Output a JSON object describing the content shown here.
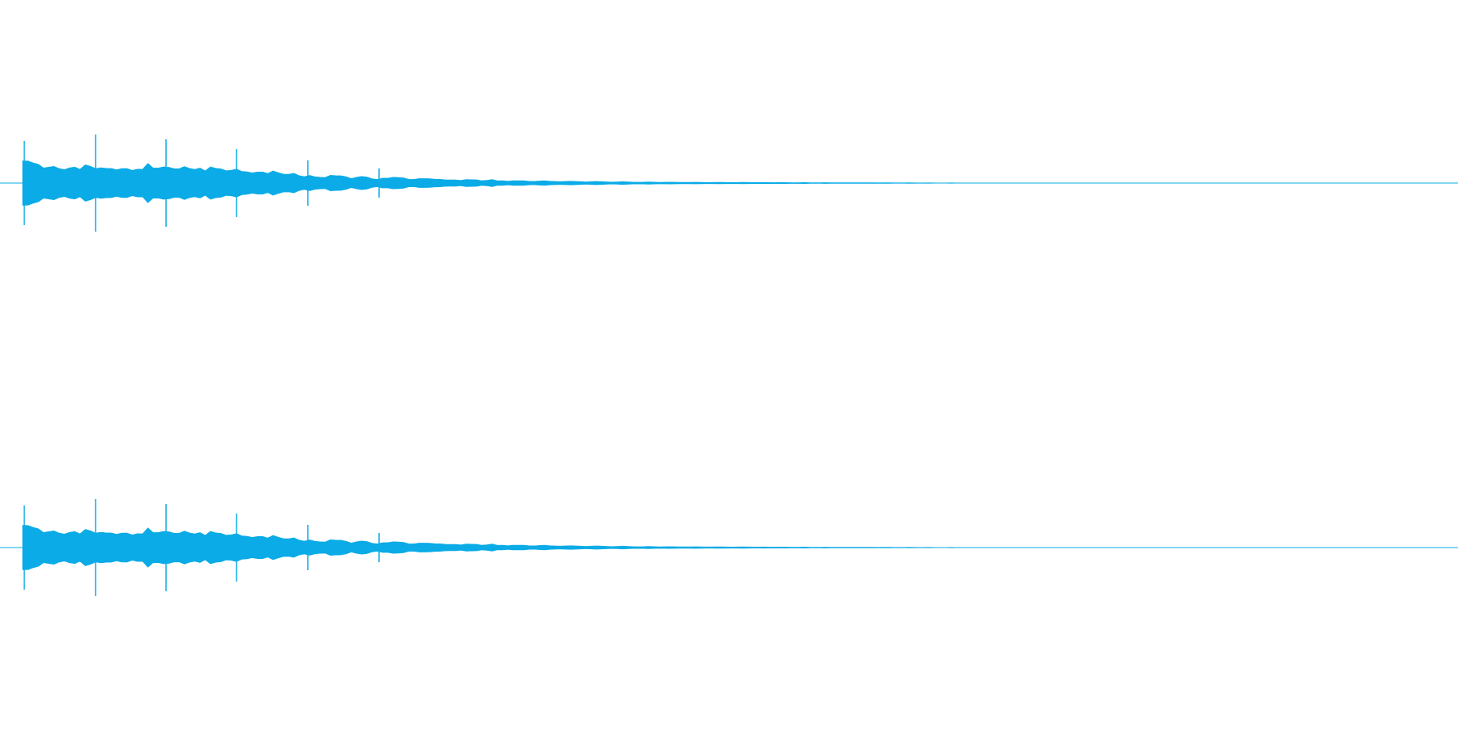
{
  "colors": {
    "background": "#ffffff",
    "waveform": "#0aabe6"
  },
  "tracks": [
    {
      "channel": "left"
    },
    {
      "channel": "right"
    }
  ],
  "waveform": {
    "description_only": false,
    "envelope": [
      0.5,
      0.49,
      0.44,
      0.4,
      0.34,
      0.35,
      0.36,
      0.33,
      0.3,
      0.33,
      0.34,
      0.31,
      0.4,
      0.36,
      0.33,
      0.34,
      0.32,
      0.31,
      0.3,
      0.32,
      0.31,
      0.29,
      0.31,
      0.3,
      0.42,
      0.34,
      0.33,
      0.35,
      0.36,
      0.32,
      0.31,
      0.35,
      0.33,
      0.3,
      0.32,
      0.28,
      0.36,
      0.32,
      0.3,
      0.28,
      0.28,
      0.3,
      0.27,
      0.25,
      0.22,
      0.23,
      0.25,
      0.21,
      0.26,
      0.24,
      0.2,
      0.19,
      0.2,
      0.17,
      0.14,
      0.16,
      0.15,
      0.13,
      0.12,
      0.16,
      0.17,
      0.16,
      0.13,
      0.11,
      0.13,
      0.14,
      0.12,
      0.1,
      0.08,
      0.1,
      0.12,
      0.13,
      0.12,
      0.1,
      0.09,
      0.08,
      0.09,
      0.11,
      0.1,
      0.08,
      0.07,
      0.08,
      0.07,
      0.06,
      0.07,
      0.08,
      0.07,
      0.06,
      0.05,
      0.06,
      0.07,
      0.06,
      0.05,
      0.04,
      0.05,
      0.06,
      0.05,
      0.04,
      0.035,
      0.045,
      0.05,
      0.04,
      0.035,
      0.03,
      0.035,
      0.04,
      0.035,
      0.03,
      0.025,
      0.03,
      0.035,
      0.03,
      0.025,
      0.02,
      0.025,
      0.03,
      0.025,
      0.02,
      0.018,
      0.02,
      0.025,
      0.02,
      0.016,
      0.018,
      0.02,
      0.018,
      0.015,
      0.014,
      0.016,
      0.018,
      0.015,
      0.013,
      0.012,
      0.014,
      0.016,
      0.013,
      0.011,
      0.012,
      0.014,
      0.012,
      0.01,
      0.011,
      0.012,
      0.01,
      0.009,
      0.01,
      0.011,
      0.009,
      0.008,
      0.009,
      0.01,
      0.008,
      0.007,
      0.008,
      0.009,
      0.007,
      0.006,
      0.007,
      0.008,
      0.006,
      0.005,
      0.006,
      0.007,
      0.005,
      0.004,
      0.005,
      0.006,
      0.004,
      0.003,
      0.004,
      0.005,
      0.003,
      0.002,
      0.003,
      0.004,
      0.002,
      0.0015,
      0.002,
      0.003,
      0.0015,
      0.001,
      0.0015,
      0.002,
      0.001,
      0.0
    ]
  }
}
